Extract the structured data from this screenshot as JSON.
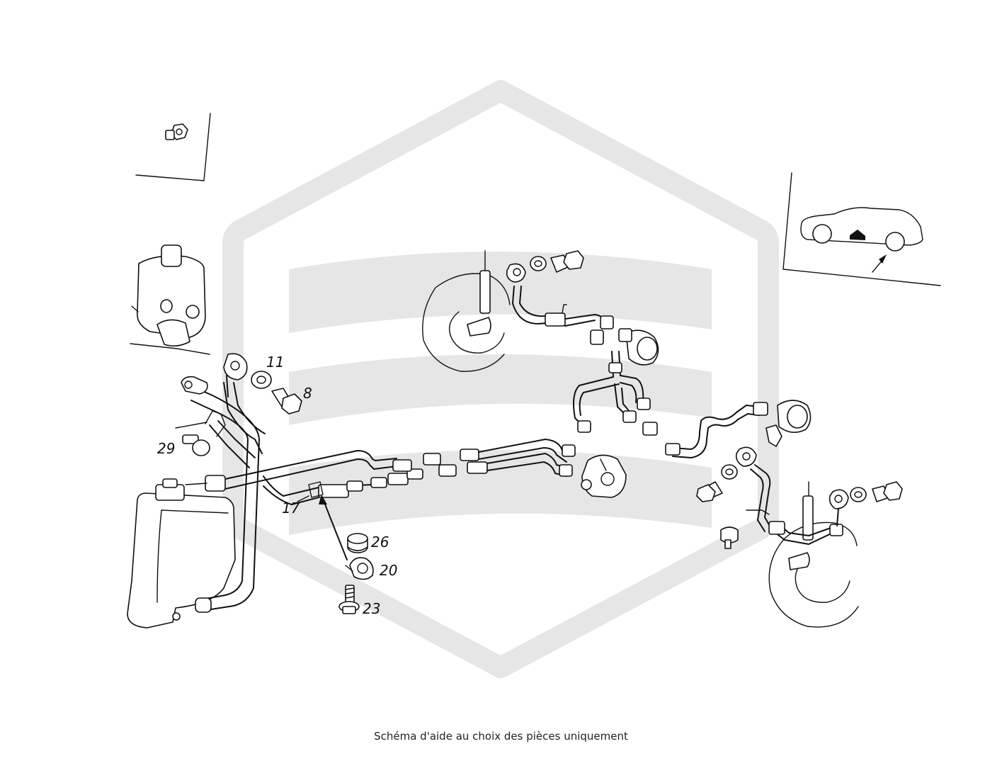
{
  "watermark_color": "#e6e6e6",
  "line_color": "#111111",
  "callouts": {
    "c8": "8",
    "c11": "11",
    "c17": "17",
    "c20": "20",
    "c23": "23",
    "c26": "26",
    "c29": "29"
  },
  "caption": "Schéma d'aide au choix des pièces uniquement"
}
